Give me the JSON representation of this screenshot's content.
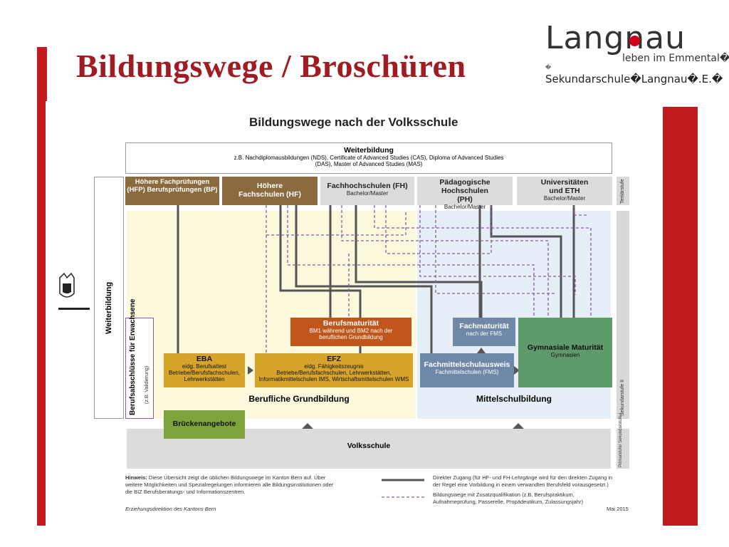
{
  "slide": {
    "title": "Bildungswege / Broschüren",
    "logo": {
      "name": "Langnau",
      "tagline": "leben im Emmental�",
      "bullet": "�",
      "school": "Sekundarschule�Langnau�.E.�"
    }
  },
  "diagram": {
    "title": "Bildungswege nach der Volksschule",
    "weiterbildung": {
      "heading": "Weiterbildung",
      "text": "z.B. Nachdiplomausbildungen (NDS), Certificate of Advanced Studies (CAS), Diploma of Advanced Studies (DAS), Master of Advanced Studies (MAS)"
    },
    "tertiary": [
      {
        "title": "Höhere Fachprüfungen (HFP) Berufsprüfungen (BP)",
        "sub": ""
      },
      {
        "title": "Höhere Fachschulen (HF)",
        "sub": ""
      },
      {
        "title": "Fachhochschulen (FH)",
        "sub": "Bachelor/Master"
      },
      {
        "title": "Pädagogische Hochschulen (PH)",
        "sub": "Bachelor/Master"
      },
      {
        "title": "Universitäten und ETH",
        "sub": "Bachelor/Master"
      }
    ],
    "levels": {
      "tertiaer": "Tertiärstufe",
      "sek2": "Sekundarstufe II",
      "primar": "Primarstufe/ Sekundarstufe I"
    },
    "left_labels": {
      "weiterbildung": "Weiterbildung",
      "berufsabschluesse": "Berufsabschlüsse für Erwachsene",
      "validierung": "(z.B. Validierung)"
    },
    "berufsmaturitaet": {
      "title": "Berufsmaturität",
      "text": "BM1 während und BM2 nach der beruflichen Grundbildung"
    },
    "fachmaturitaet": {
      "title": "Fachmaturität",
      "text": "nach der FMS"
    },
    "gym_maturitaet": {
      "title": "Gymnasiale Maturität",
      "text": "Gymnasien"
    },
    "eba": {
      "title": "EBA",
      "sub": "eidg. Berufsattest",
      "text": "Betriebe/Berufsfachschulen, Lehrwerkstätten"
    },
    "efz": {
      "title": "EFZ",
      "sub": "eidg. Fähigkeitszeugnis",
      "text": "Betriebe/Berufsfachschulen, Lehrwerkstätten, Informatikmittelschulen IMS, Wirtschaftsmittelschulen WMS"
    },
    "fms": {
      "title": "Fachmittelschulausweis",
      "text": "Fachmittelschulen (FMS)"
    },
    "berufliche_grundbildung": "Berufliche Grundbildung",
    "mittelschulbildung": "Mittelschulbildung",
    "brueckenangebote": "Brückenangebote",
    "volksschule": "Volksschule",
    "hinweis": {
      "label": "Hinweis:",
      "text": " Diese Übersicht zeigt die üblichen Bildungswege im Kanton Bern auf. Über weitere Möglichkeiten und Spezialregelungen informieren alle Bildungsinstitutionen oder die BIZ Berufsberatungs- und Informationszentren."
    },
    "legend": {
      "direct": "Direkter Zugang (für HF- und FH-Lehrgänge wird für den direkten Zugang in der Regel eine Vorbildung in einem verwandten Berufsfeld vorausgesetzt.)",
      "additional": "Bildungswege mit Zusatzqualifikation (z.B. Berufspraktikum, Aufnahmeprüfung, Passerelle, Propädeutikum, Zulassungsjahr)"
    },
    "source": "Erziehungsdirektion des Kantons Bern",
    "date": "Mai 2015"
  },
  "colors": {
    "accent_red": "#c21a1f",
    "title_red": "#a01c22",
    "brown": "#8b6a3e",
    "orange": "#c0561b",
    "gold": "#d6a42a",
    "steel_blue": "#6f88a8",
    "green": "#5e9a6a",
    "olive_green": "#7da43a",
    "light_yellow": "#fbf8dc",
    "light_blue": "#e6eef8",
    "grey": "#dcdcdc",
    "line": "#555555",
    "dash": "#8a5aa6"
  }
}
